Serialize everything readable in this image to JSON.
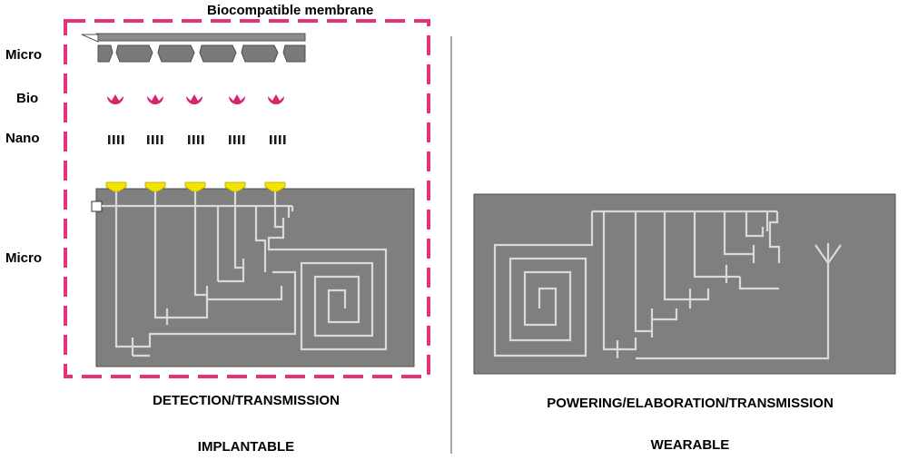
{
  "membrane_label": "Biocompatible membrane",
  "layers": {
    "micro_top": "Micro",
    "bio": "Bio",
    "nano": "Nano",
    "micro_bottom": "Micro"
  },
  "implantable": {
    "function_label": "DETECTION/TRANSMISSION",
    "type_label": "IMPLANTABLE"
  },
  "wearable": {
    "function_label": "POWERING/ELABORATION/TRANSMISSION",
    "type_label": "WEARABLE"
  },
  "colors": {
    "membrane_border": "#e4317a",
    "bio_element": "#d6246e",
    "chip_fill": "#7f7f7f",
    "trace": "#d9d9d9",
    "nano_bars": "#1a1a1a",
    "pad": "#f2e400",
    "divider": "#a6a6a6"
  },
  "icons": [
    "antenna-icon",
    "spiral-coil-icon"
  ]
}
